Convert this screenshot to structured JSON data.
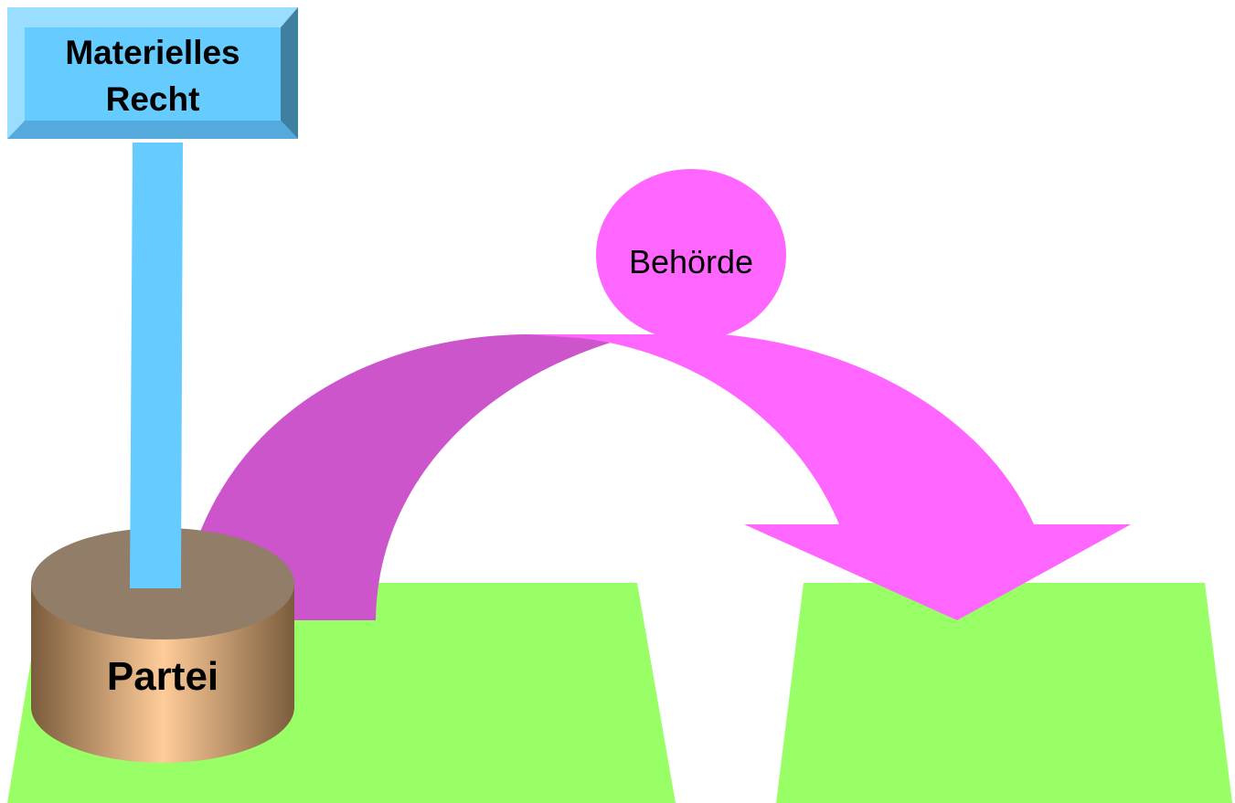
{
  "colors": {
    "ground": "#99FF66",
    "pole": "#66CCFF",
    "sign_face": "#66CCFF",
    "sign_bevel_light": "#99DDFF",
    "sign_bevel_dark": "#3F7FA0",
    "sign_bevel_mid": "#55AADD",
    "cylinder_top": "#917D68",
    "cylinder_side_light": "#FFCC99",
    "cylinder_side_dark": "#7A5C3C",
    "arrow_back": "#CC55CC",
    "arrow_front": "#FF66FF",
    "authority": "#FF66FF"
  },
  "sign": {
    "line1": "Materielles",
    "line2": "Recht"
  },
  "party": {
    "label": "Partei"
  },
  "authority": {
    "label": "Behörde"
  }
}
